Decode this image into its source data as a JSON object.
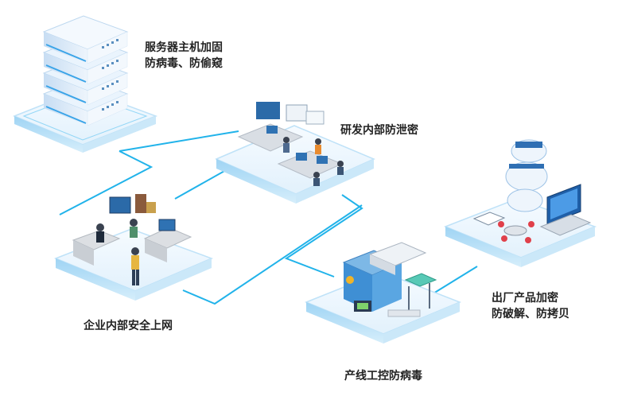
{
  "nodes": {
    "server": {
      "line1": "服务器主机加固",
      "line2": "防病毒、防偷窥"
    },
    "rnd": {
      "label": "研发内部防泄密"
    },
    "office": {
      "label": "企业内部安全上网"
    },
    "factory": {
      "label": "产线工控防病毒"
    },
    "product": {
      "line1": "出厂产品加密",
      "line2": "防破解、防拷贝"
    }
  },
  "colors": {
    "connector": "#21b3ea",
    "platform_top": "#e8f4fd",
    "platform_edge": "#bfe2f8",
    "platform_glow": "#56c2f1",
    "server_body": "#e4effa",
    "server_stripe": "#3aa4e8",
    "text": "#222222"
  }
}
